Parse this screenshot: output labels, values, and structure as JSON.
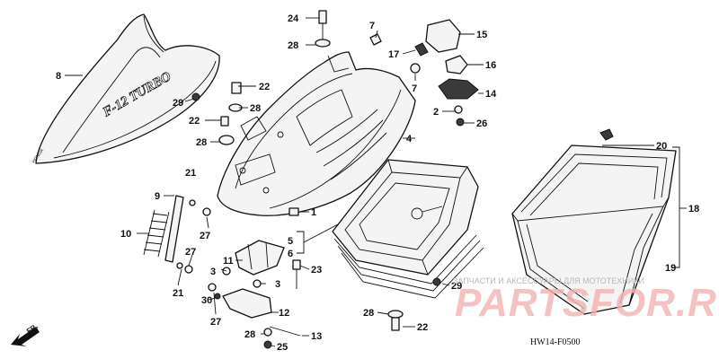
{
  "diagram": {
    "code": "HW14-F0500",
    "direction_mark": "FR.",
    "watermark_top": "ЗАПЧАСТИ И АКСЕССУАРЫ ДЛЯ МОТОТЕХНИКИ",
    "watermark_brand": "PARTSFOR.RU",
    "decal_text": "F-12 TURBO",
    "brand_small": "HONDA",
    "callouts": [
      "1",
      "2",
      "3",
      "4",
      "5",
      "6",
      "7",
      "8",
      "9",
      "10",
      "11",
      "12",
      "13",
      "14",
      "15",
      "16",
      "17",
      "18",
      "19",
      "20",
      "21",
      "22",
      "23",
      "24",
      "25",
      "26",
      "27",
      "28",
      "29",
      "30"
    ]
  }
}
